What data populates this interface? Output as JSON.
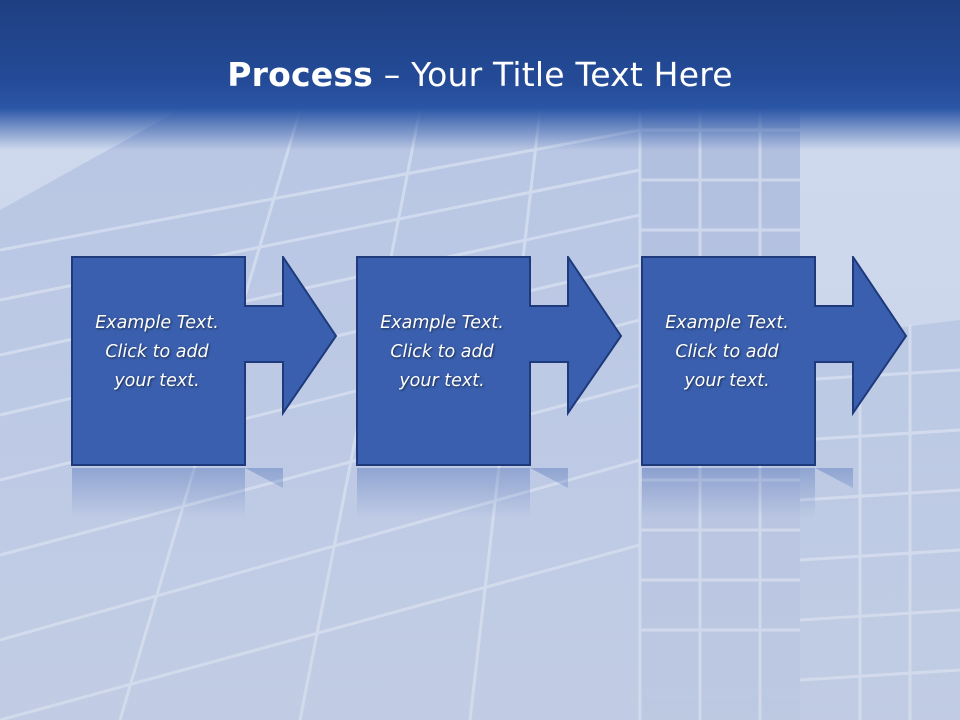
{
  "title": {
    "bold": "Process",
    "rest": " – Your Title Text Here"
  },
  "steps": [
    {
      "text": "Example Text.\nClick  to add\nyour text."
    },
    {
      "text": "Example Text.\nClick  to add\nyour text."
    },
    {
      "text": "Example Text.\nClick  to add\nyour text."
    }
  ],
  "colors": {
    "box_fill": "#3a5fae",
    "box_stroke": "#1e3a7a",
    "title_band": "#244b98"
  }
}
